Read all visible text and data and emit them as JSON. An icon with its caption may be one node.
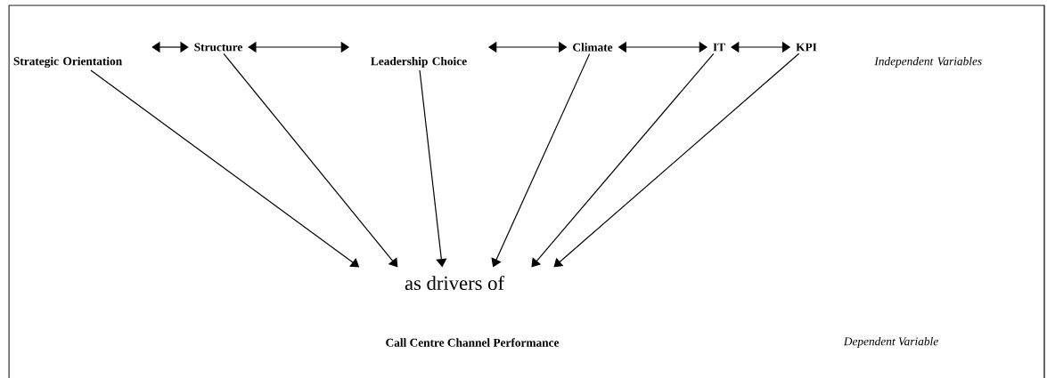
{
  "diagram": {
    "nodes": [
      {
        "text": [
          "Strategic Orientation"
        ]
      },
      {
        "text": [
          "Structure"
        ]
      },
      {
        "text": [
          "Leadership Choice"
        ]
      },
      {
        "text": [
          "Climate"
        ]
      },
      {
        "text": [
          "IT"
        ]
      },
      {
        "text": [
          "KPI"
        ]
      },
      {
        "text": [
          "as drivers of"
        ]
      }
    ],
    "edges": [
      {
        "from": 0,
        "to": 1,
        "arrow": "both"
      },
      {
        "from": 1,
        "to": 2,
        "arrow": "both"
      },
      {
        "from": 2,
        "to": 3,
        "arrow": "both"
      },
      {
        "from": 3,
        "to": 4,
        "arrow": "both"
      },
      {
        "from": 4,
        "to": 5,
        "arrow": "both"
      },
      {
        "from": 0,
        "to": 6,
        "arrow": "to"
      },
      {
        "from": 1,
        "to": 6,
        "arrow": "to"
      },
      {
        "from": 2,
        "to": 6,
        "arrow": "to"
      },
      {
        "from": 3,
        "to": 6,
        "arrow": "to"
      },
      {
        "from": 4,
        "to": 6,
        "arrow": "to"
      },
      {
        "from": 5,
        "to": 6,
        "arrow": "to"
      }
    ],
    "labels": [
      "Independent Variables",
      "Call Centre Channel Performance",
      "Dependent Variable"
    ]
  }
}
